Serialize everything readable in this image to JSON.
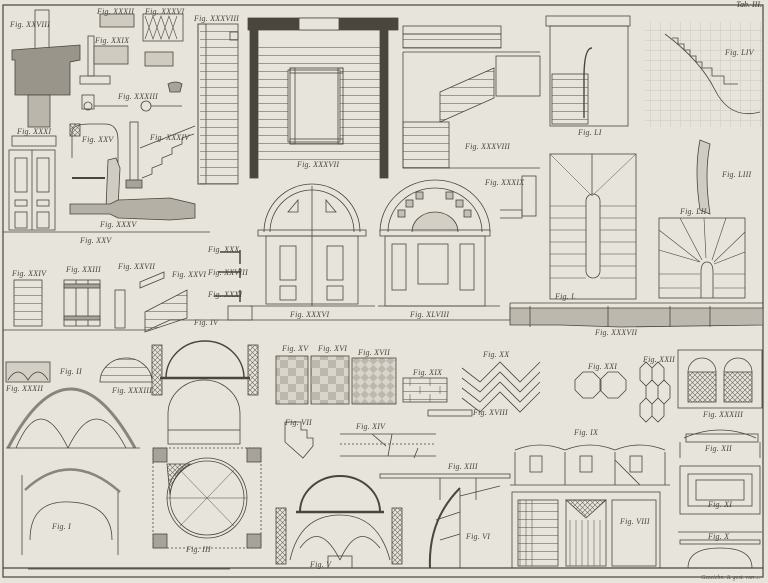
{
  "plate": {
    "number": "Tab. III.",
    "engraver_credit": "Gezeichn. & gest. von ...",
    "paper_color": "#e7e4dc",
    "ink_color": "#4a463e"
  },
  "figures": [
    {
      "id": "fig-xxviii",
      "label": "Fig. XXVIII",
      "subject": "cornice block with parts C, D, E"
    },
    {
      "id": "fig-xxxii",
      "label": "Fig. XXXII",
      "subject": "hinge plate"
    },
    {
      "id": "fig-xxxvi",
      "label": "Fig. XXXVI",
      "subject": "lattice grille"
    },
    {
      "id": "fig-xxix",
      "label": "Fig. XXIX",
      "subject": "strap hinge"
    },
    {
      "id": "fig-xxxiii",
      "label": "Fig. XXXIII",
      "subject": "pivot hinge"
    },
    {
      "id": "fig-xxxi",
      "label": "Fig. XXXI",
      "subject": "double door with transom"
    },
    {
      "id": "fig-xxv",
      "label": "Fig. XXV",
      "subject": "arched frame"
    },
    {
      "id": "fig-xxxiv",
      "label": "Fig. XXXIV",
      "subject": "stair newel and steps"
    },
    {
      "id": "fig-xxxv",
      "label": "Fig. XXXV",
      "subject": "beam joint A B"
    },
    {
      "id": "fig-xxv-b",
      "label": "Fig. XXV",
      "subject": "small bolt"
    },
    {
      "id": "fig-xxxviii",
      "label": "Fig. XXXVIII",
      "subject": "straight stair section"
    },
    {
      "id": "fig-xxxvii",
      "label": "Fig. XXXVII",
      "subject": "stair well plan with dark walls"
    },
    {
      "id": "fig-xxxviii-b",
      "label": "Fig. XXXVIII",
      "subject": "stair with balustrade elevation"
    },
    {
      "id": "fig-li",
      "label": "Fig. LI",
      "subject": "winding stair elevation"
    },
    {
      "id": "fig-liv",
      "label": "Fig. LIV",
      "subject": "stair string layout grid"
    },
    {
      "id": "fig-liii",
      "label": "Fig. LIII",
      "subject": "curved handrail"
    },
    {
      "id": "fig-lii",
      "label": "Fig. LII",
      "subject": "winding stair plan"
    },
    {
      "id": "fig-l",
      "label": "Fig. L",
      "subject": "dog-leg stair plan"
    },
    {
      "id": "fig-xxxix",
      "label": "Fig. XXXIX",
      "subject": "pedestal"
    },
    {
      "id": "fig-xxxvi-b",
      "label": "Fig. XXXVI",
      "subject": "arched double door with quarter-circle lights"
    },
    {
      "id": "fig-xlviii",
      "label": "Fig. XLVIII",
      "subject": "arched triple door with fanlight"
    },
    {
      "id": "fig-xxxvii-b",
      "label": "Fig. XXXVII",
      "subject": "joist joints section"
    },
    {
      "id": "fig-xxiv",
      "label": "Fig. XXIV",
      "subject": "panelled shutter"
    },
    {
      "id": "fig-xxiii",
      "label": "Fig. XXIII",
      "subject": "ledged door"
    },
    {
      "id": "fig-xxvii",
      "label": "Fig. XXVII",
      "subject": "door frame rebate"
    },
    {
      "id": "fig-xxvi",
      "label": "Fig. XXVI",
      "subject": "lintel detail"
    },
    {
      "id": "fig-xx-b",
      "label": "Fig. XXX",
      "subject": "hook hinge"
    },
    {
      "id": "fig-xxviii-b",
      "label": "Fig. XXVIII",
      "subject": "hinge pin"
    },
    {
      "id": "fig-xxi",
      "label": "Fig. XXXI",
      "subject": "hinge strap"
    },
    {
      "id": "fig-iv",
      "label": "Fig. IV",
      "subject": "wall with arch"
    },
    {
      "id": "fig-xxxii-b",
      "label": "Fig. XXXII",
      "subject": "fan ornament panel"
    },
    {
      "id": "fig-ii",
      "label": "Fig. II",
      "subject": "double groin arch"
    },
    {
      "id": "fig-xxxiii-b",
      "label": "Fig. XXXIII",
      "subject": "half fanlight"
    },
    {
      "id": "fig-i",
      "label": "Fig. I",
      "subject": "segmental arch"
    },
    {
      "id": "fig-iii",
      "label": "Fig. III",
      "subject": "circular vault plan"
    },
    {
      "id": "fig-xv",
      "label": "Fig. XV",
      "subject": "square tile floor"
    },
    {
      "id": "fig-xvi",
      "label": "Fig. XVI",
      "subject": "offset tile floor"
    },
    {
      "id": "fig-xvii",
      "label": "Fig. XVII",
      "subject": "diagonal tile floor"
    },
    {
      "id": "fig-xix",
      "label": "Fig. XIX",
      "subject": "brick bond"
    },
    {
      "id": "fig-xviii",
      "label": "Fig. XVIII",
      "subject": "edge moulding"
    },
    {
      "id": "fig-xx",
      "label": "Fig. XX",
      "subject": "herringbone parquet"
    },
    {
      "id": "fig-xxi-b",
      "label": "Fig. XXI",
      "subject": "octagon tile pattern"
    },
    {
      "id": "fig-xxii",
      "label": "Fig. XXII",
      "subject": "hexagon tile pattern"
    },
    {
      "id": "fig-vii",
      "label": "Fig. VII",
      "subject": "stepped corbel"
    },
    {
      "id": "fig-xiv",
      "label": "Fig. XIV",
      "subject": "rafter layout"
    },
    {
      "id": "fig-xiii",
      "label": "Fig. XIII",
      "subject": "timber beam"
    },
    {
      "id": "fig-v",
      "label": "Fig. V",
      "subject": "dome over groin vault"
    },
    {
      "id": "fig-vi",
      "label": "Fig. VI",
      "subject": "centering for arch"
    },
    {
      "id": "fig-ix",
      "label": "Fig. IX",
      "subject": "triple barrel vault elevation"
    },
    {
      "id": "fig-viii",
      "label": "Fig. VIII",
      "subject": "vault construction plan a b c"
    },
    {
      "id": "fig-xxxiii-c",
      "label": "Fig. XXXIII",
      "subject": "arched niches with lattice"
    },
    {
      "id": "fig-xii",
      "label": "Fig. XII",
      "subject": "flat arch"
    },
    {
      "id": "fig-xi",
      "label": "Fig. XI",
      "subject": "coffered ceiling panel"
    },
    {
      "id": "fig-x",
      "label": "Fig. X",
      "subject": "segmental arch lintel"
    }
  ],
  "labels": {
    "tr_plate": "Tab. III.",
    "l1": "Fig. XXVIII",
    "l2": "Fig. XXXII",
    "l3": "Fig. XXXVI",
    "l4": "Fig. XXIX",
    "l5": "Fig. XXXIII",
    "l6": "Fig. XXXI",
    "l7": "Fig. XXV",
    "l8": "Fig. XXXIV",
    "l9": "Fig. XXXV",
    "l10": "Fig. XXV",
    "l11": "Fig. XXXVIII",
    "l12": "Fig. XXXVII",
    "l13": "Fig. XXXVIII",
    "l14": "Fig. LI",
    "l15": "Fig. LIV",
    "l16": "Fig. LIII",
    "l17": "Fig. LII",
    "l18": "Fig. L",
    "l19": "Fig. XXXIX",
    "l20": "Fig. XXXVI",
    "l21": "Fig. XLVIII",
    "l22": "Fig. XXXVII",
    "l23": "Fig. XXIV",
    "l24": "Fig. XXIII",
    "l25": "Fig. XXVII",
    "l26": "Fig. XXVI",
    "l27": "Fig. XXX",
    "l28": "Fig. XXVIII",
    "l29": "Fig. XXXI",
    "l30": "Fig. IV",
    "l31": "Fig. XXXII",
    "l32": "Fig. II",
    "l33": "Fig. XXXIII",
    "l34": "Fig. I",
    "l35": "Fig. III",
    "l36": "Fig. XV",
    "l37": "Fig. XVI",
    "l38": "Fig. XVII",
    "l39": "Fig. XIX",
    "l40": "Fig. XVIII",
    "l41": "Fig. XX",
    "l42": "Fig. XXI",
    "l43": "Fig. XXII",
    "l44": "Fig. VII",
    "l45": "Fig. XIV",
    "l46": "Fig. XIII",
    "l47": "Fig. V",
    "l48": "Fig. VI",
    "l49": "Fig. IX",
    "l50": "Fig. VIII",
    "l51": "Fig. XXXIII",
    "l52": "Fig. XII",
    "l53": "Fig. XI",
    "l54": "Fig. X",
    "engraver": "Gezeichn. & gest. von ..."
  }
}
